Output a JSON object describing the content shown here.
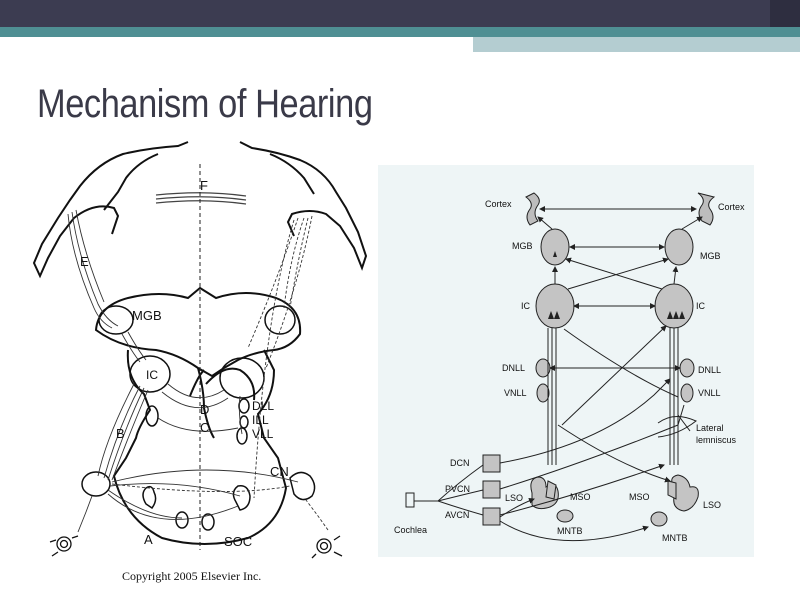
{
  "slide": {
    "title": "Mechanism of Hearing"
  },
  "left_figure": {
    "labels": {
      "F": "F",
      "E": "E",
      "MGB": "MGB",
      "IC": "IC",
      "D": "D",
      "C": "C",
      "B": "B",
      "A": "A",
      "DLL": "DLL",
      "ILL": "ILL",
      "VLL": "VLL",
      "CN": "CN",
      "SOC": "SOC"
    },
    "copyright": "Copyright 2005 Elsevier Inc."
  },
  "right_figure": {
    "labels": {
      "cortex_left": "Cortex",
      "cortex_right": "Cortex",
      "mgb_left": "MGB",
      "mgb_right": "MGB",
      "ic_left": "IC",
      "ic_right": "IC",
      "dnll_left": "DNLL",
      "dnll_right": "DNLL",
      "vnll_left": "VNLL",
      "vnll_right": "VNLL",
      "lateral_lemniscus_1": "Lateral",
      "lateral_lemniscus_2": "lemniscus",
      "dcn": "DCN",
      "pvcn": "PVCN",
      "avcn": "AVCN",
      "lso_left": "LSO",
      "mso_left": "MSO",
      "mso_right": "MSO",
      "lso_right": "LSO",
      "mntb_left": "MNTB",
      "mntb_right": "MNTB",
      "cochlea": "Cochlea"
    }
  }
}
